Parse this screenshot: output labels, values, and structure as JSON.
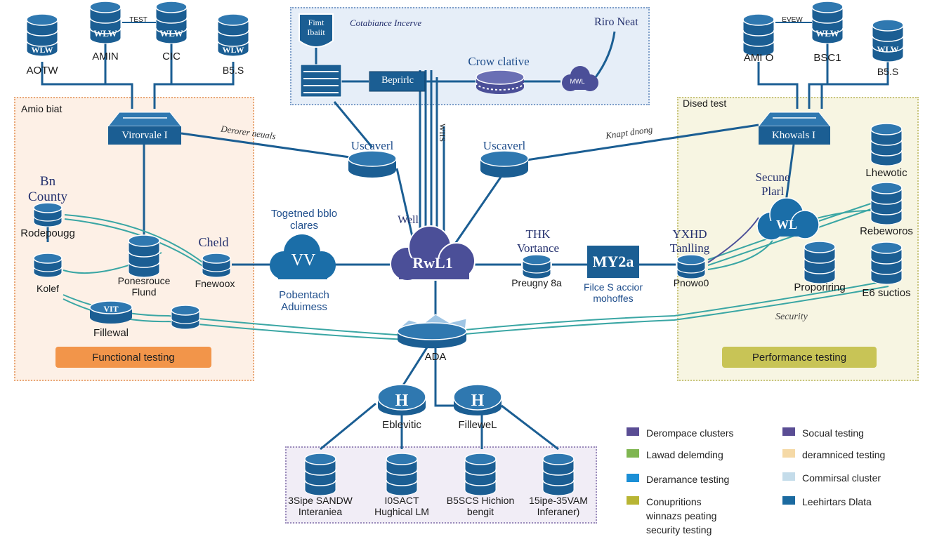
{
  "colors": {
    "primary": "#1b5e93",
    "navy": "#24306e",
    "teal": "#3aa6a4",
    "cloud_left": "#1b6ea8",
    "cloud_center": "#4b4f98",
    "region_left_bg": "#fdf0e6",
    "region_left_border": "#e9a878",
    "region_right_bg": "#f7f5e2",
    "region_right_border": "#c9c57e",
    "region_top_bg": "#e6eef8",
    "region_top_border": "#7f9fc9",
    "region_bottom_bg": "#f1edf6",
    "region_bottom_border": "#9b8cbb",
    "badge_functional": "#f2954a",
    "badge_performance": "#c8c456"
  },
  "top_left_cluster": {
    "db1_label": "AOTW",
    "db2_label": "AMIN",
    "db3_label": "CIC",
    "db4_label": "B5.S",
    "db1_glyph": "WLW",
    "db2_glyph": "WLW",
    "db3_glyph": "WLW",
    "db4_glyph": "WLW",
    "link_label": "TEST"
  },
  "top_right_cluster": {
    "db1_label": "AMI O",
    "db2_label": "BSC1",
    "db3_label": "B5.S",
    "db2_glyph": "WLW",
    "db3_glyph": "WLW",
    "link_label": "EVEW"
  },
  "top_center": {
    "shield_label": "Fimt Ibaiit",
    "header_left": "Cotabiance Incerve",
    "header_right": "Riro Neat",
    "box_label": "Beprirlc",
    "switch_title": "Crow clative",
    "cloud_label": "MWL",
    "vertical_label": "WIIS"
  },
  "left_region": {
    "title": "Amio biat",
    "switch_label": "Virorvale I",
    "edge_label": "Derorer neuals",
    "county_label": "Bn County",
    "rodepougg_label": "Rodepougg",
    "kolef_label": "Kolef",
    "ponesource_label": "Ponesrouce Flund",
    "cheld_label": "Cheld",
    "firewall_node_label": "Fnewoox",
    "fillewal_label": "Fillewal",
    "router_glyph": "VIT",
    "badge": "Functional testing"
  },
  "right_region": {
    "title": "Dised test",
    "switch_label": "Khowals I",
    "edge_label": "Knapt dnong",
    "secure_label": "Secune Plarl",
    "cloud_label": "WL",
    "lhewotic_label": "Lhewotic",
    "rebeworos_label": "Rebeworos",
    "proporiring_label": "Proporiring",
    "esuctios_label": "E6 suctios",
    "security_label": "Security",
    "badge": "Performance testing"
  },
  "center": {
    "usecaverl_left": "Uscaverl",
    "usecaverl_right": "Uscaverl",
    "toggled_label": "Togetned bblo clares",
    "vv_cloud": "VV",
    "pobentach_label": "Pobentach Aduimess",
    "well_label": "Well",
    "main_cloud": "RwL1",
    "thk_label": "THK Vortance",
    "preugny_label": "Preugny 8a",
    "my_box": "MY2a",
    "files_label": "Filce S accior mohoffes",
    "yxhd_label": "YXHD Tanlling",
    "prnowsd_label": "Pnowo0",
    "ada_label": "ADA"
  },
  "bottom": {
    "router_left_glyph": "H",
    "router_right_glyph": "H",
    "router_left_label": "Eblevitic",
    "router_right_label": "FilleweL",
    "db1_label": "3Sipe SANDW Interaniea",
    "db2_label": "I0SACT Hughical LM",
    "db3_label": "B5SCS Hichion bengit",
    "db4_label": "15ipe-35VAM Inferaner)"
  },
  "legend": [
    {
      "label": "Derompace clusters",
      "color": "#5a4d94"
    },
    {
      "label": "Socual testing",
      "color": "#5a4d94"
    },
    {
      "label": "Lawad delemding",
      "color": "#7fb651"
    },
    {
      "label": "deramniced testing",
      "color": "#f5d9a6"
    },
    {
      "label": "Derarnance testing",
      "color": "#1b8fd6"
    },
    {
      "label": "Commirsal cluster",
      "color": "#c4dcea"
    },
    {
      "label": "Conupritions\nwinnazs peating\nsecurity testing",
      "color": "#b8b534"
    },
    {
      "label": "Leehirtars Dlata",
      "color": "#1b6aa0"
    }
  ]
}
